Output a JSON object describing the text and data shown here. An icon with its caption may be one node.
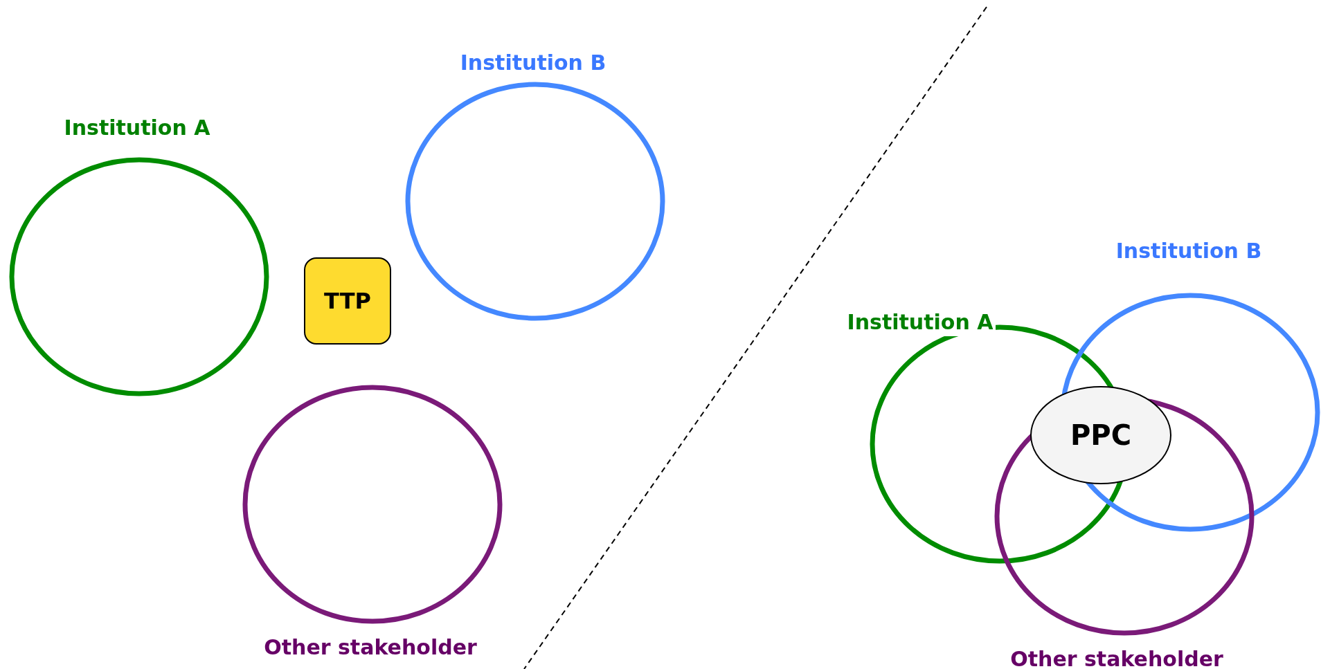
{
  "diagram": {
    "nodes": [
      {
        "text": [
          "Institution A"
        ]
      },
      {
        "text": [
          "Institution B"
        ]
      },
      {
        "text": [
          "TTP"
        ]
      },
      {
        "text": [
          "Other stakeholder"
        ]
      },
      {
        "text": [
          "Institution A"
        ]
      },
      {
        "text": [
          "Institution B"
        ]
      },
      {
        "text": [
          "PPC"
        ]
      },
      {
        "text": [
          "Other stakeholder"
        ]
      }
    ],
    "edges": []
  }
}
